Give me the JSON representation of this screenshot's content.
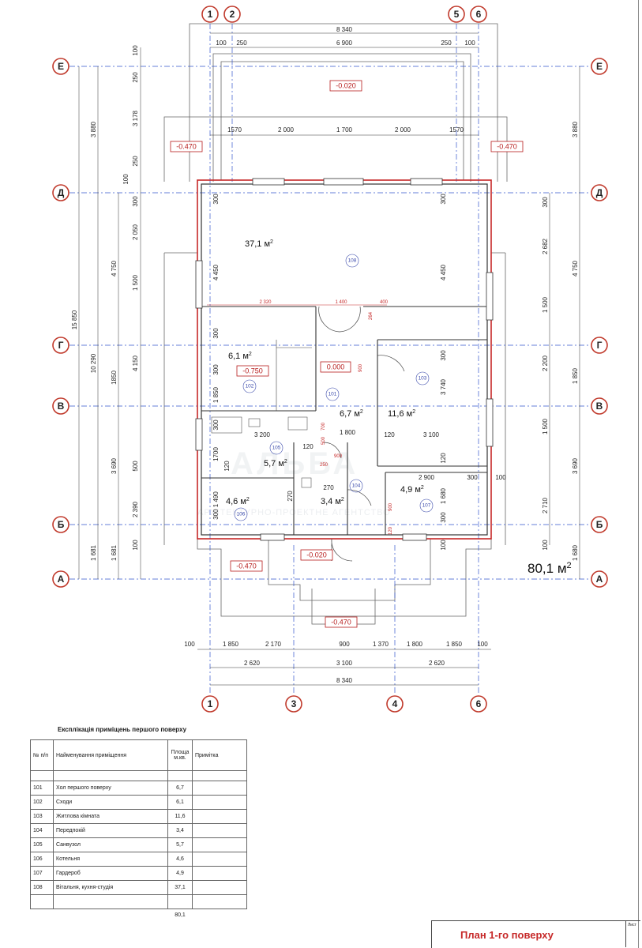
{
  "axes_top": [
    "1",
    "2",
    "5",
    "6"
  ],
  "axes_bottom": [
    "1",
    "3",
    "4",
    "6"
  ],
  "axes_rows": [
    "Е",
    "Д",
    "Г",
    "В",
    "Б",
    "А"
  ],
  "dims_top": {
    "overall": "8 340",
    "row2": [
      "100",
      "250",
      "6 900",
      "250",
      "100"
    ],
    "row3": [
      "1570",
      "2 000",
      "1 700",
      "2 000",
      "1570"
    ]
  },
  "dims_bottom": {
    "row1": [
      "100",
      "1 850",
      "2 170",
      "900",
      "1 370",
      "1 800",
      "1 850",
      "100"
    ],
    "row2": [
      "2 620",
      "3 100",
      "2 620"
    ],
    "overall": "8 340"
  },
  "dims_left": {
    "overall": "15 850",
    "col2": [
      "3 880",
      "4 750",
      "10 290",
      "3 690",
      "1 681"
    ],
    "col3": [
      "4 150"
    ],
    "col4": [
      "100",
      "250",
      "3 178",
      "250",
      "100",
      "300",
      "2 050",
      "1 500",
      "1850",
      "500",
      "2 390",
      "100",
      "1 681"
    ]
  },
  "dims_right": {
    "col1": [
      "3 880",
      "4 750",
      "1 850",
      "3 690",
      "1 680"
    ],
    "col2": [
      "300",
      "2 682",
      "1 500",
      "2 200",
      "1 500",
      "2 710",
      "100"
    ]
  },
  "dims_interior": [
    "4 450",
    "4 450",
    "300",
    "300",
    "300",
    "300",
    "1 850",
    "3 740",
    "300",
    "300",
    "1 800",
    "120",
    "3 100",
    "3 200",
    "120",
    "1700",
    "120",
    "300 1 490",
    "270",
    "270",
    "2 900",
    "300",
    "100",
    "1 680",
    "120",
    "300",
    "100"
  ],
  "red_dims": [
    "2 320",
    "1 400",
    "400",
    "264",
    "900",
    "700",
    "500",
    "900",
    "250",
    "900",
    "120"
  ],
  "levels": [
    "-0.020",
    "-0.470",
    "-0.470",
    "0.000",
    "-0.750",
    "-0.470",
    "-0.020",
    "-0.470"
  ],
  "rooms": [
    {
      "area": "37,1",
      "no": "108"
    },
    {
      "area": "6,1",
      "no": "102"
    },
    {
      "area": "6,7",
      "no": "101"
    },
    {
      "area": "11,6",
      "no": "103"
    },
    {
      "area": "5,7",
      "no": "105"
    },
    {
      "area": "4,6",
      "no": "106"
    },
    {
      "area": "3,4",
      "no": "104"
    },
    {
      "area": "4,9",
      "no": "107"
    }
  ],
  "area_unit": "м",
  "area_sup": "2",
  "total_area": "80,1",
  "watermark": "АЛЬБА",
  "watermark_sub": "АРХІТЕКТУРНО-ПРОЕКТНЕ АГЕНТСТВО",
  "schedule": {
    "caption": "Експлікація приміщень першого поверху",
    "headers": {
      "num": "№ п/п",
      "name": "Найменування приміщення",
      "area": "Площа м.кв.",
      "note": "Примітка"
    },
    "rows": [
      {
        "num": "101",
        "name": "Хол першого поверху",
        "area": "6,7"
      },
      {
        "num": "102",
        "name": "Сходи",
        "area": "6,1"
      },
      {
        "num": "103",
        "name": "Житлова кімната",
        "area": "11,6"
      },
      {
        "num": "104",
        "name": "Передпокій",
        "area": "3,4"
      },
      {
        "num": "105",
        "name": "Санвузол",
        "area": "5,7"
      },
      {
        "num": "106",
        "name": "Котельня",
        "area": "4,6"
      },
      {
        "num": "107",
        "name": "Гардероб",
        "area": "4,9"
      },
      {
        "num": "108",
        "name": "Вітальня, кухня-студія",
        "area": "37,1"
      }
    ],
    "total": "80,1"
  },
  "title_block": {
    "title": "План 1-го поверху",
    "sheet_label": "Лист"
  },
  "colors": {
    "axis_line": "#3355cc",
    "wall_red": "#c62828",
    "level_red": "#b71c1c",
    "room_no": "#3949ab"
  }
}
